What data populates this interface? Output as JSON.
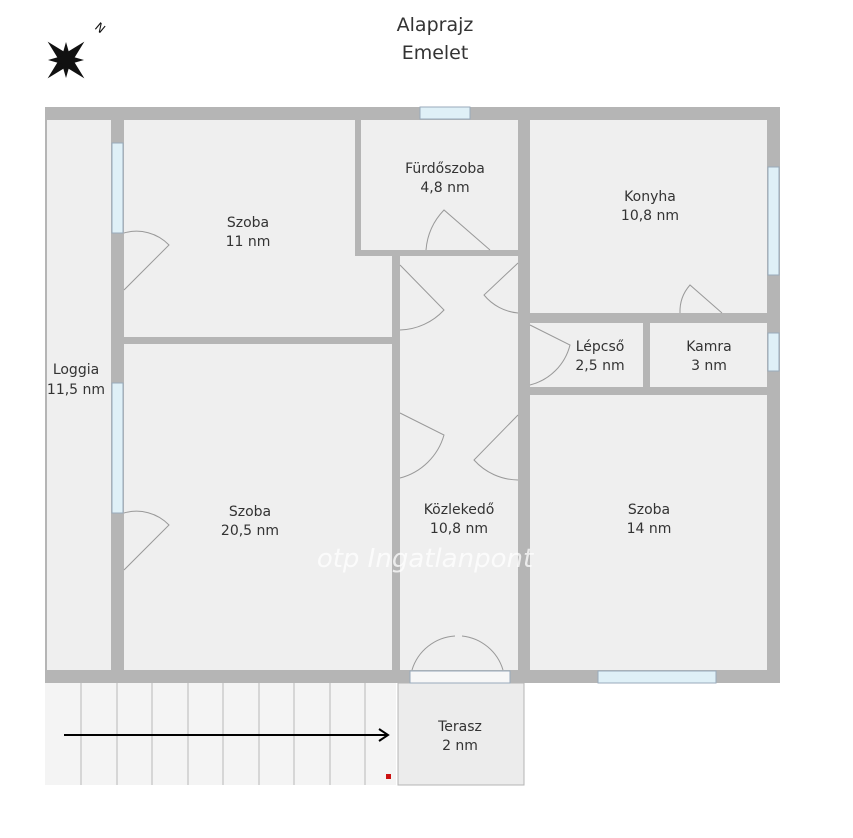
{
  "header": {
    "title": "Alaprajz",
    "subtitle": "Emelet"
  },
  "compass": {
    "label": "N"
  },
  "watermark": "otp Ingatlanpont",
  "colors": {
    "wall": "#b5b5b5",
    "room": "#efefef",
    "window": "#dff0f7",
    "marker": "#cc1111"
  },
  "rooms": [
    {
      "name": "Loggia",
      "area": "11,5 nm"
    },
    {
      "name": "Szoba",
      "area": "11 nm"
    },
    {
      "name": "Fürdőszoba",
      "area": "4,8 nm"
    },
    {
      "name": "Konyha",
      "area": "10,8 nm"
    },
    {
      "name": "Lépcső",
      "area": "2,5 nm"
    },
    {
      "name": "Kamra",
      "area": "3 nm"
    },
    {
      "name": "Szoba",
      "area": "20,5 nm"
    },
    {
      "name": "Közlekedő",
      "area": "10,8 nm"
    },
    {
      "name": "Szoba",
      "area": "14 nm"
    },
    {
      "name": "Terasz",
      "area": "2 nm"
    }
  ]
}
